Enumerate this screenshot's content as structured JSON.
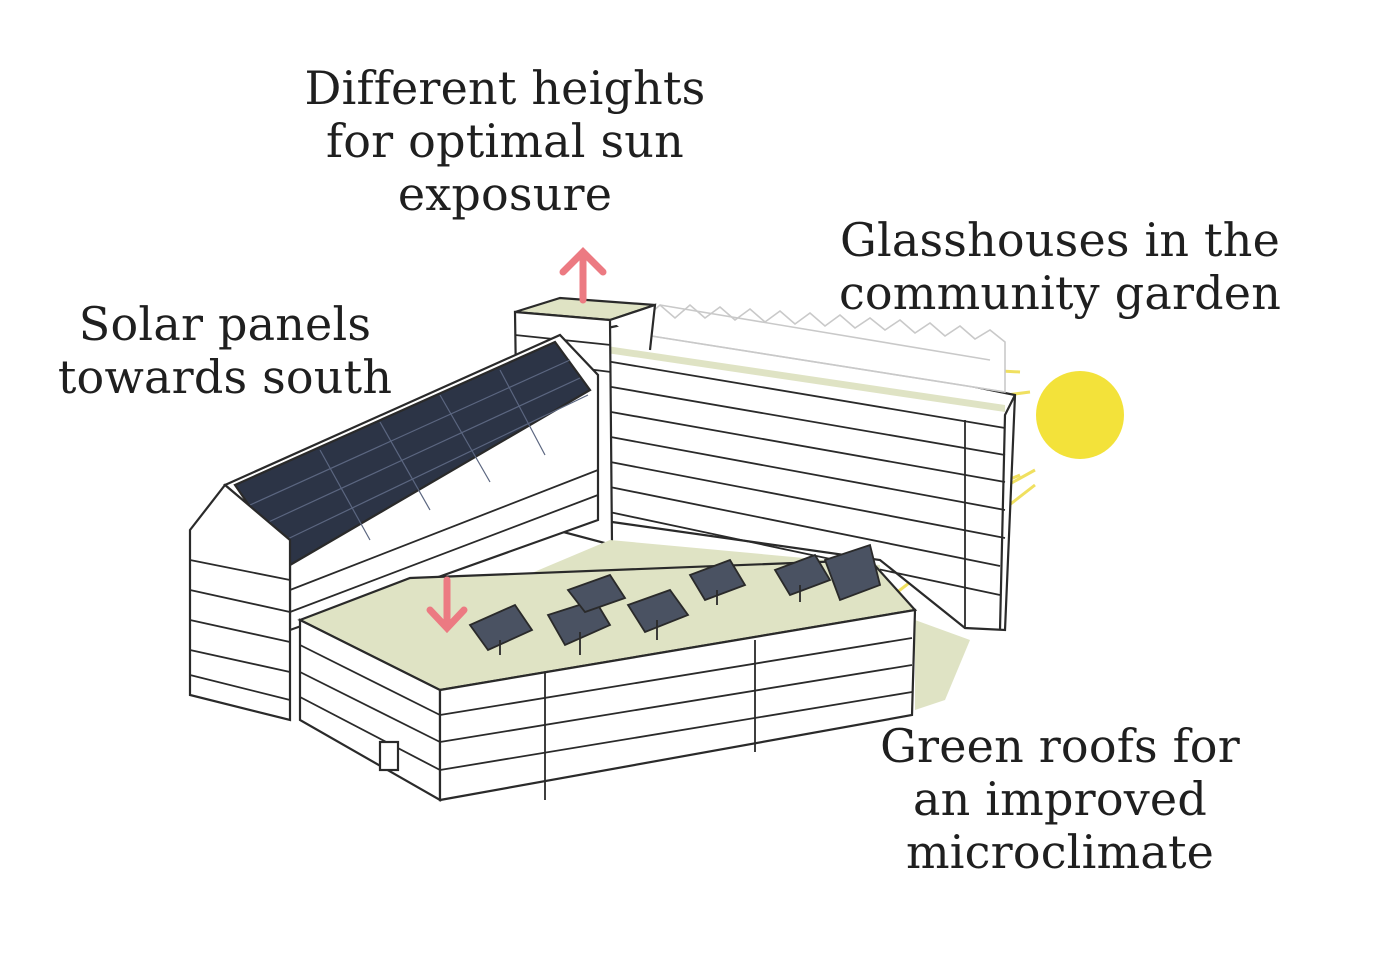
{
  "labels": {
    "heights": [
      "Different heights",
      "for optimal sun",
      "exposure"
    ],
    "solar": [
      "Solar panels",
      "towards south"
    ],
    "glasshouses": [
      "Glasshouses in the",
      "community garden"
    ],
    "green_roofs": [
      "Green roofs for",
      "an improved",
      "microclimate"
    ]
  },
  "colors": {
    "ink": "#2a2a2a",
    "green_roof": "#dfe3c4",
    "solar_panel": "#2c3446",
    "sun": "#f3e23a",
    "sun_ray": "#f0e060",
    "arrow": "#ec7a82",
    "glasshouse": "#c9c9c9"
  },
  "icons": [
    "sun-icon",
    "arrow-up-icon",
    "arrow-down-icon"
  ]
}
